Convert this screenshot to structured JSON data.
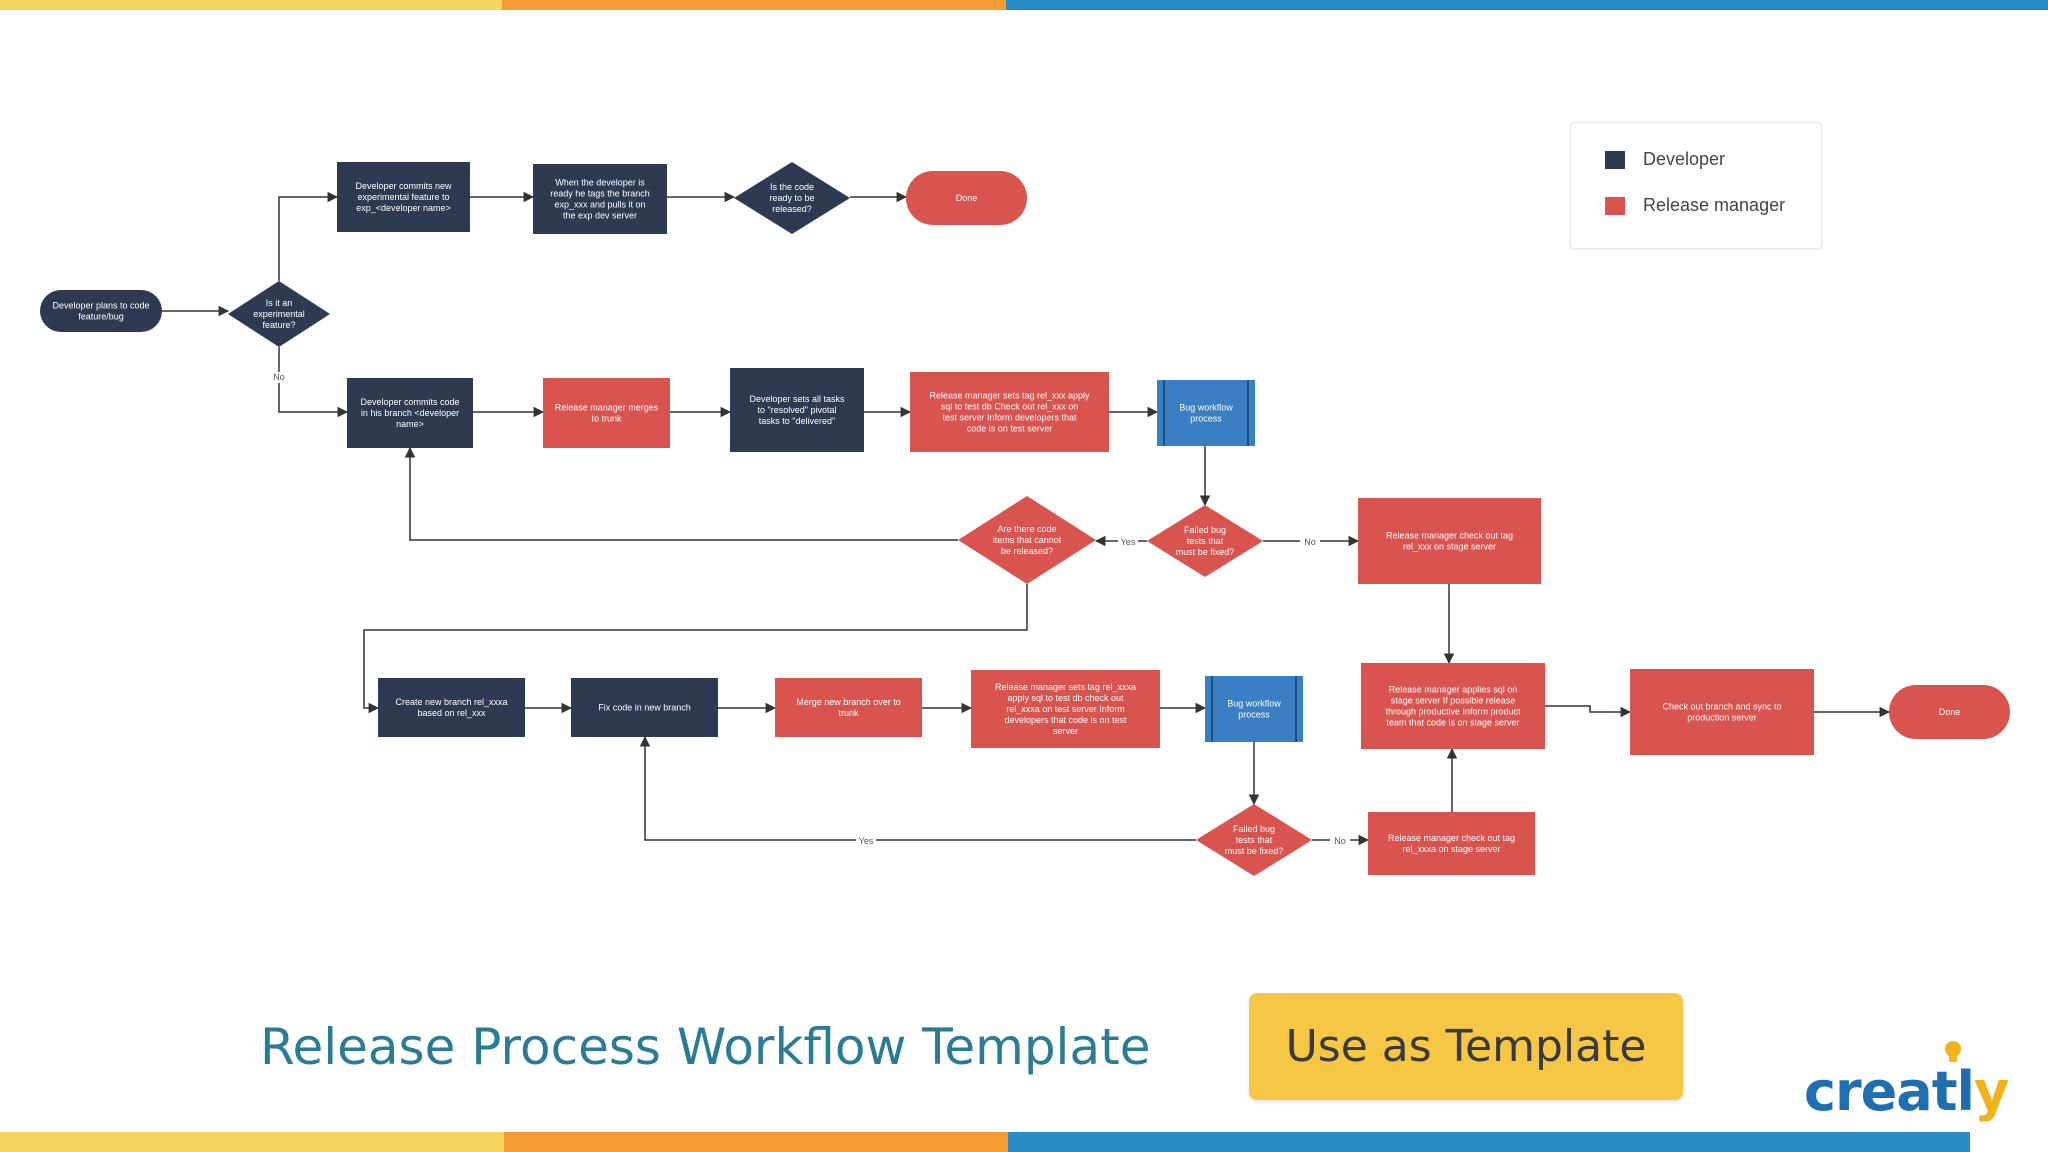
{
  "colors": {
    "developer": "#2d3a52",
    "release_manager": "#d9534f",
    "subprocess": "#3a7fc4",
    "stripe_yellow": "#f4d35e",
    "stripe_orange": "#f39c34",
    "stripe_blue": "#2a8cc4",
    "title": "#2a7b94",
    "button": "#f6c744"
  },
  "diagram": {
    "nodes": [
      {
        "id": "start",
        "shape": "pill",
        "role": "developer",
        "text": "Developer plans to code feature/bug"
      },
      {
        "id": "d_exp",
        "shape": "diamond",
        "role": "developer",
        "text": "Is it an experimental feature?"
      },
      {
        "id": "n_exp1",
        "shape": "rect",
        "role": "developer",
        "text": "Developer commits new experimental feature to exp_<developer name>"
      },
      {
        "id": "n_exp2",
        "shape": "rect",
        "role": "developer",
        "text": "When the developer is ready he tags the branch exp_xxx and pulls it on the exp dev server"
      },
      {
        "id": "d_ready",
        "shape": "diamond",
        "role": "developer",
        "text": "Is the code ready to be released?"
      },
      {
        "id": "done1",
        "shape": "pill",
        "role": "release_manager",
        "text": "Done"
      },
      {
        "id": "n_commit",
        "shape": "rect",
        "role": "developer",
        "text": "Developer commits code in his branch <developer name>"
      },
      {
        "id": "n_merge",
        "shape": "rect",
        "role": "release_manager",
        "text": "Release manager merges to trunk"
      },
      {
        "id": "n_setpivotal",
        "shape": "rect",
        "role": "developer",
        "text": "Developer sets all tasks to \"resolved\" pivotal tasks to \"delivered\""
      },
      {
        "id": "n_rmtag",
        "shape": "rect",
        "role": "release_manager",
        "text": "Release manager sets tag rel_xxx apply sql to test db Check out rel_xxx on test server Inform developers that code is on test server"
      },
      {
        "id": "n_bugwf1",
        "shape": "subprocess",
        "role": "subprocess",
        "text": "Bug workflow process"
      },
      {
        "id": "d_failed1",
        "shape": "diamond",
        "role": "release_manager",
        "text": "Failed bug tests that must be fixed?"
      },
      {
        "id": "d_nocode",
        "shape": "diamond",
        "role": "release_manager",
        "text": "Are there code items that cannot be released?"
      },
      {
        "id": "n_stage",
        "shape": "rect",
        "role": "release_manager",
        "text": "Release manager check out tag rel_xxx on stage server"
      },
      {
        "id": "n_newbranch",
        "shape": "rect",
        "role": "developer",
        "text": "Create new branch rel_xxxa based on rel_xxx"
      },
      {
        "id": "n_fix",
        "shape": "rect",
        "role": "developer",
        "text": "Fix code in new branch"
      },
      {
        "id": "n_merge2",
        "shape": "rect",
        "role": "release_manager",
        "text": "Merge new branch over to trunk"
      },
      {
        "id": "n_rmtag2",
        "shape": "rect",
        "role": "release_manager",
        "text": "Release manager sets tag rel_xxxa apply sql to test db check out rel_xxxa on test server Inform developers that code is on test server"
      },
      {
        "id": "n_bugwf2",
        "shape": "subprocess",
        "role": "subprocess",
        "text": "Bug workflow process"
      },
      {
        "id": "d_failed2",
        "shape": "diamond",
        "role": "release_manager",
        "text": "Failed bug tests that must be fixed?"
      },
      {
        "id": "n_stage2",
        "shape": "rect",
        "role": "release_manager",
        "text": "Release manager check out tag rel_xxxa on stage server"
      },
      {
        "id": "n_prod",
        "shape": "rect",
        "role": "release_manager",
        "text": "Release manager applies sql on stage server If possible release through productive Inform product team that code is on stage server"
      },
      {
        "id": "n_checkout",
        "shape": "rect",
        "role": "release_manager",
        "text": "Check out branch and sync to production server"
      },
      {
        "id": "done2",
        "shape": "pill",
        "role": "release_manager",
        "text": "Done"
      }
    ],
    "edge_labels": {
      "no_exp": "No",
      "yes_cannot": "Yes",
      "no_failed1": "No",
      "yes_failed2": "Yes",
      "no_failed2": "No"
    }
  },
  "legend": {
    "items": [
      {
        "label": "Developer",
        "color": "#2d3a52"
      },
      {
        "label": "Release manager",
        "color": "#d9534f"
      }
    ]
  },
  "footer": {
    "title": "Release Process Workflow Template",
    "button_label": "Use as Template",
    "brand_prefix": "creatl",
    "brand_y": "y"
  }
}
